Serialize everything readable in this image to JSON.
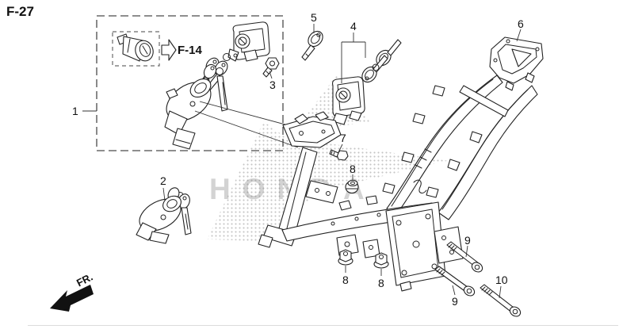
{
  "diagram": {
    "page_code": "F-27",
    "reference_label": "F-14",
    "direction_label": "FR.",
    "watermark_text": "HONDA",
    "colors": {
      "background": "#ffffff",
      "line": "#222222",
      "dashed_box": "#4a4a4a",
      "watermark": "#6e6e6e"
    },
    "callouts": [
      {
        "label": "1"
      },
      {
        "label": "2"
      },
      {
        "label": "3"
      },
      {
        "label": "4"
      },
      {
        "label": "5"
      },
      {
        "label": "6"
      },
      {
        "label": "7"
      },
      {
        "label": "8"
      },
      {
        "label": "8"
      },
      {
        "label": "8"
      },
      {
        "label": "9"
      },
      {
        "label": "9"
      },
      {
        "label": "10"
      }
    ]
  }
}
